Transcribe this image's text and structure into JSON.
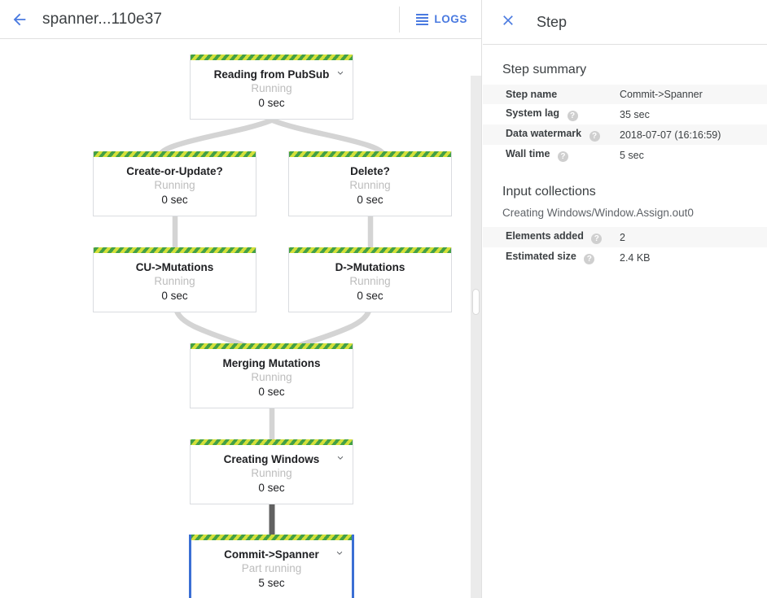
{
  "left_header": {
    "back_icon": "arrow-left-icon",
    "job_title": "spanner...110e37",
    "logs_label": "LOGS",
    "logs_icon": "logs-list-icon"
  },
  "graph": {
    "nodes": [
      {
        "id": "reading-from-pubsub",
        "title": "Reading from PubSub",
        "status": "Running",
        "time": "0 sec",
        "chevron": true,
        "selected": false
      },
      {
        "id": "create-or-update",
        "title": "Create-or-Update?",
        "status": "Running",
        "time": "0 sec",
        "chevron": false,
        "selected": false
      },
      {
        "id": "delete",
        "title": "Delete?",
        "status": "Running",
        "time": "0 sec",
        "chevron": false,
        "selected": false
      },
      {
        "id": "cu-mutations",
        "title": "CU->Mutations",
        "status": "Running",
        "time": "0 sec",
        "chevron": false,
        "selected": false
      },
      {
        "id": "d-mutations",
        "title": "D->Mutations",
        "status": "Running",
        "time": "0 sec",
        "chevron": false,
        "selected": false
      },
      {
        "id": "merging-mutations",
        "title": "Merging Mutations",
        "status": "Running",
        "time": "0 sec",
        "chevron": false,
        "selected": false
      },
      {
        "id": "creating-windows",
        "title": "Creating Windows",
        "status": "Running",
        "time": "0 sec",
        "chevron": true,
        "selected": false
      },
      {
        "id": "commit-spanner",
        "title": "Commit->Spanner",
        "status": "Part running",
        "time": "5 sec",
        "chevron": true,
        "selected": true
      }
    ],
    "colors": {
      "stripe_light": "#d4e03a",
      "stripe_dark": "#43a047",
      "edge": "#d4d4d4",
      "edge_highlight": "#616161",
      "selected_border": "#3b6fd4"
    }
  },
  "right_panel": {
    "close_icon": "close-icon",
    "title": "Step",
    "step_summary": {
      "heading": "Step summary",
      "rows": [
        {
          "key": "Step name",
          "value": "Commit->Spanner",
          "help": false
        },
        {
          "key": "System lag",
          "value": "35 sec",
          "help": true
        },
        {
          "key": "Data watermark",
          "value": "2018-07-07 (16:16:59)",
          "help": true
        },
        {
          "key": "Wall time",
          "value": "5 sec",
          "help": true
        }
      ]
    },
    "input_collections": {
      "heading": "Input collections",
      "subtitle": "Creating Windows/Window.Assign.out0",
      "rows": [
        {
          "key": "Elements added",
          "value": "2",
          "help": true
        },
        {
          "key": "Estimated size",
          "value": "2.4 KB",
          "help": true
        }
      ]
    },
    "help_glyph": "?"
  }
}
